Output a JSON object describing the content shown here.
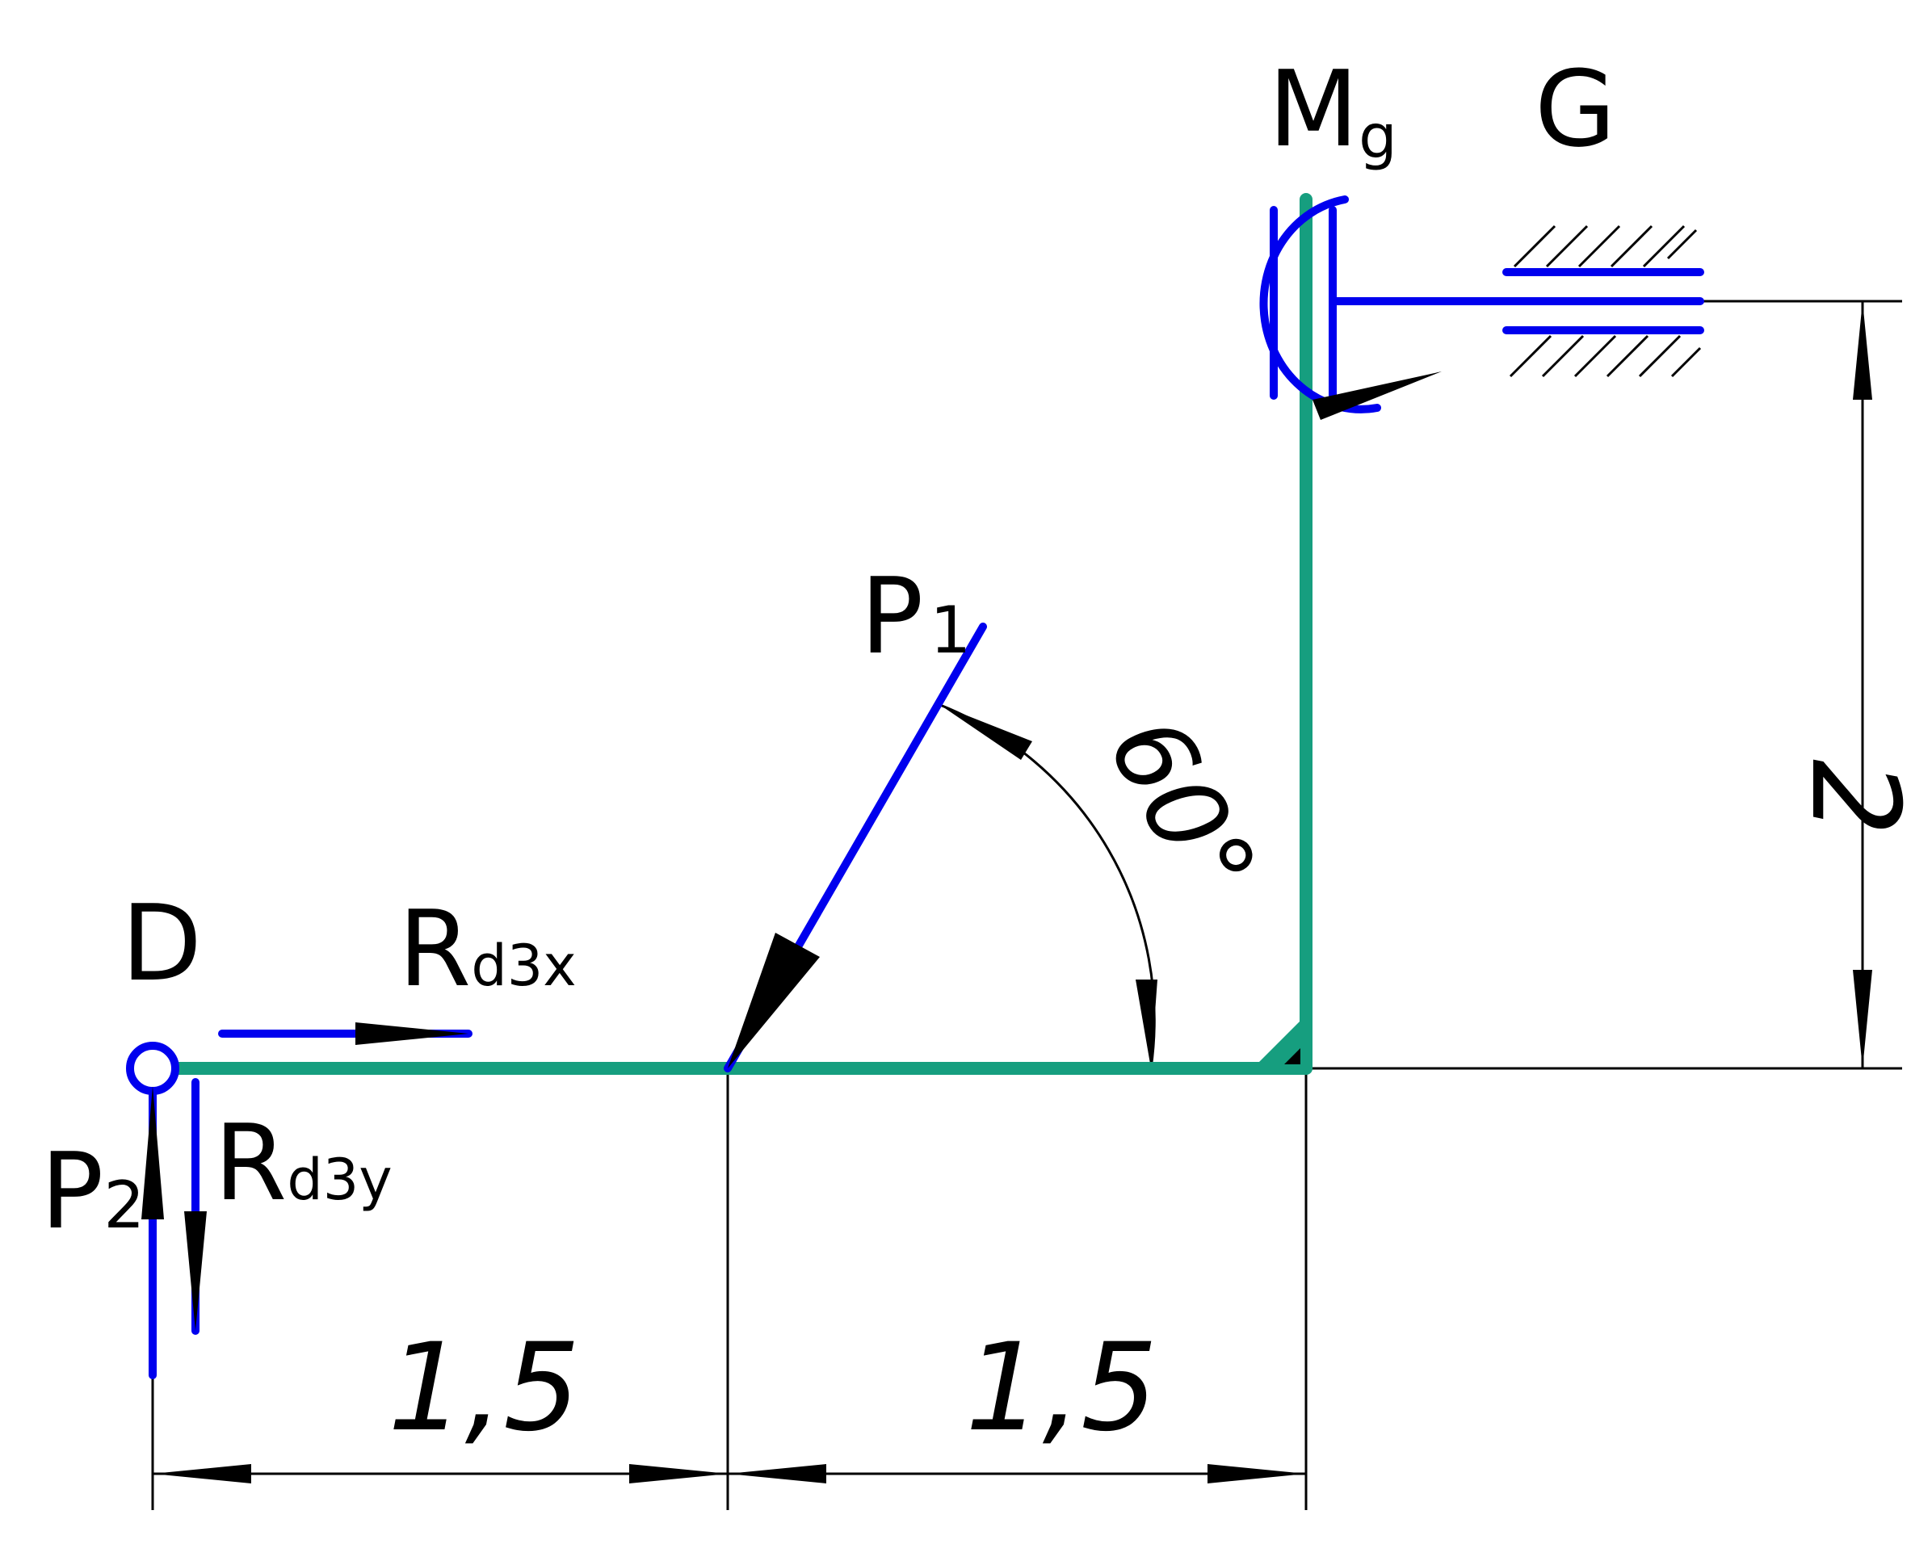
{
  "labels": {
    "point_d": "D",
    "moment_main": "M",
    "moment_sub": "g",
    "support_g": "G",
    "force_p1_main": "P",
    "force_p1_sub": "1",
    "force_p2_main": "P",
    "force_p2_sub": "2",
    "reaction_x_main": "R",
    "reaction_x_sub": "d3x",
    "reaction_y_main": "R",
    "reaction_y_sub": "d3y"
  },
  "dimensions": {
    "left_span": "1,5",
    "right_span": "1,5",
    "height": "2",
    "angle": "60°"
  },
  "colors": {
    "frame": "#169e7f",
    "force": "#0000ee",
    "dimension": "#000000"
  }
}
